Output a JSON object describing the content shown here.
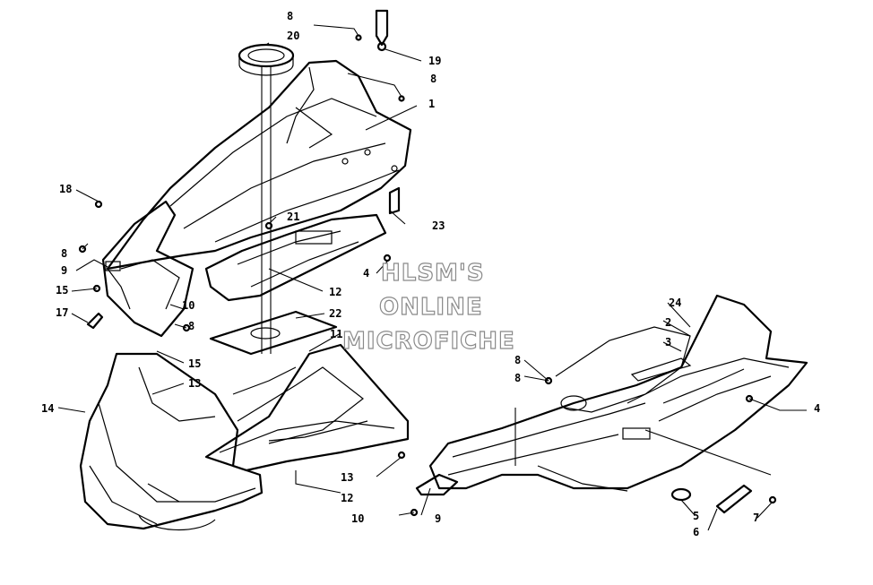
{
  "watermark": {
    "line1": "HLSM'S",
    "line2": "ONLINE",
    "line3": "MICROFICHE"
  },
  "callouts": {
    "c8a": "8",
    "c20": "20",
    "c19": "19",
    "c8b": "8",
    "c1": "1",
    "c18": "18",
    "c21": "21",
    "c23": "23",
    "c8c": "8",
    "c9a": "9",
    "c4a": "4",
    "c15a": "15",
    "c12a": "12",
    "c17": "17",
    "c10a": "10",
    "c8d": "8",
    "c22": "22",
    "c11": "11",
    "c15b": "15",
    "c13a": "13",
    "c14": "14",
    "c13b": "13",
    "c12b": "12",
    "c10b": "10",
    "c9b": "9",
    "c24": "24",
    "c2": "2",
    "c3": "3",
    "c8e": "8",
    "c8f": "8",
    "c4b": "4",
    "c5": "5",
    "c6": "6",
    "c7": "7"
  }
}
